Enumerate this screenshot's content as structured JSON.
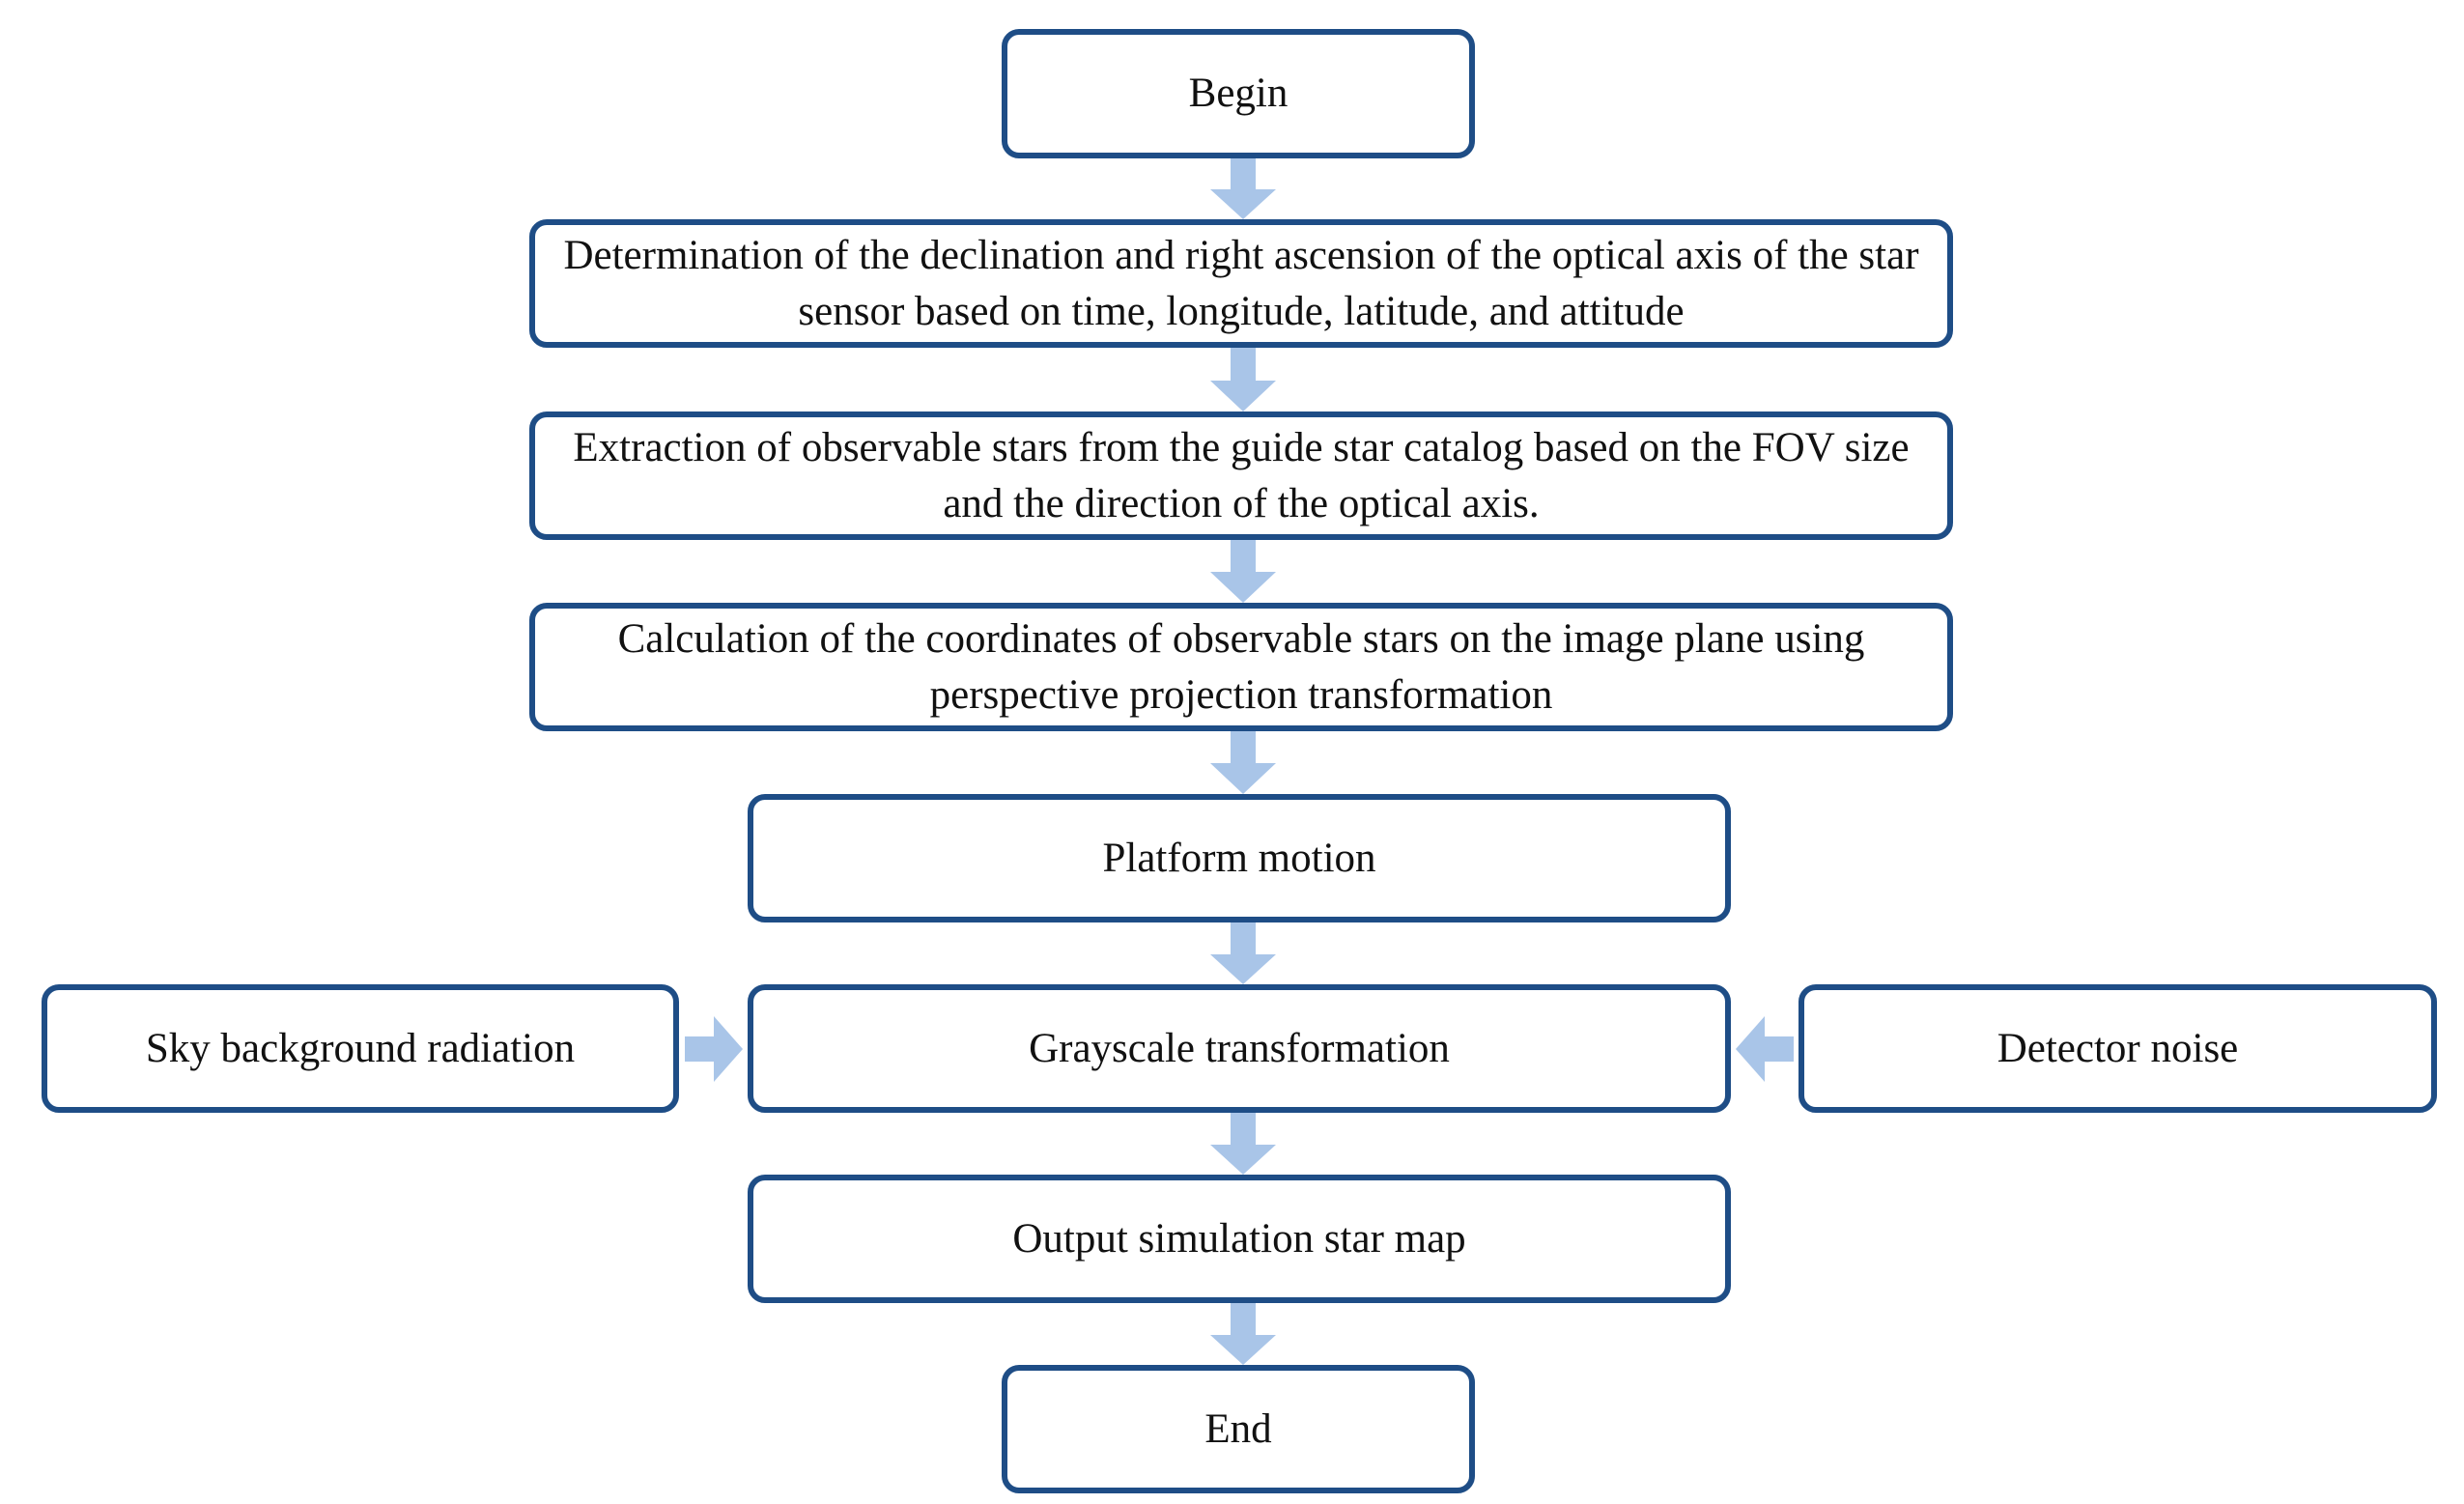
{
  "diagram": {
    "nodes": {
      "begin": "Begin",
      "determination": "Determination of the declination and right ascension of the optical axis of the star sensor based on time, longitude, latitude, and attitude",
      "extraction": "Extraction of observable stars from the guide star catalog based on the FOV size and the direction of the optical axis.",
      "calculation": "Calculation of the coordinates of observable stars on the image plane using perspective projection transformation",
      "platform_motion": "Platform motion",
      "grayscale": "Grayscale transformation",
      "sky_background": "Sky background radiation",
      "detector_noise": "Detector noise",
      "output": "Output simulation star map",
      "end": "End"
    },
    "edges": [
      {
        "from": "begin",
        "to": "determination"
      },
      {
        "from": "determination",
        "to": "extraction"
      },
      {
        "from": "extraction",
        "to": "calculation"
      },
      {
        "from": "calculation",
        "to": "platform_motion"
      },
      {
        "from": "platform_motion",
        "to": "grayscale"
      },
      {
        "from": "sky_background",
        "to": "grayscale"
      },
      {
        "from": "detector_noise",
        "to": "grayscale"
      },
      {
        "from": "grayscale",
        "to": "output"
      },
      {
        "from": "output",
        "to": "end"
      }
    ],
    "colors": {
      "box_border": "#1e4d86",
      "arrow_fill": "#a9c5e8",
      "text": "#111111"
    }
  }
}
